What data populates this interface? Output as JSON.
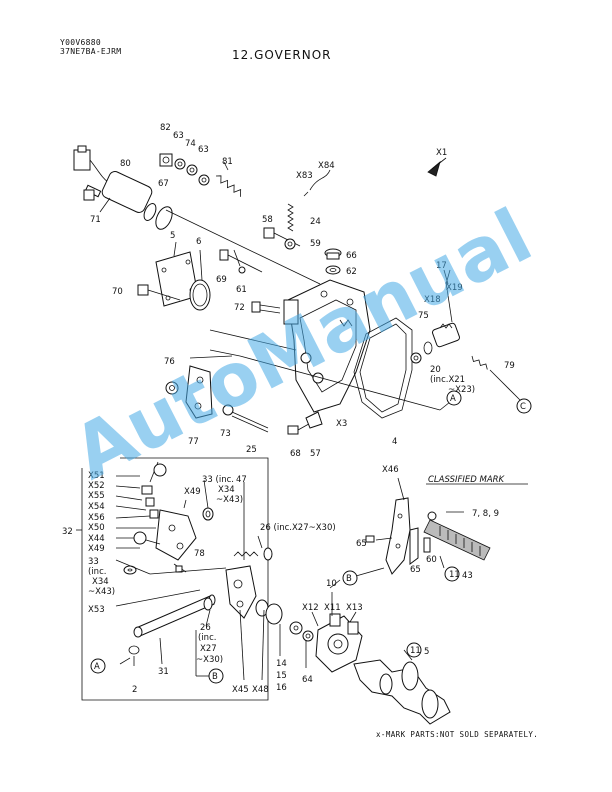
{
  "header": {
    "doc_code": "Y00V6880",
    "model_code": "37NE7BA-EJRM"
  },
  "title": "12.GOVERNOR",
  "watermark": "AutoManual",
  "footnote": "x-MARK PARTS:NOT SOLD SEPARATELY.",
  "classified_mark": "CLASSIFIED MARK",
  "arrow_label": "X1",
  "callouts": {
    "c82": "82",
    "c63a": "63",
    "c74": "74",
    "c63b": "63",
    "c81": "81",
    "c84": "X84",
    "c83": "X83",
    "c80": "80",
    "c67": "67",
    "c71": "71",
    "c24": "24",
    "c58": "58",
    "c59": "59",
    "c66": "66",
    "c62": "62",
    "c5": "5",
    "c6": "6",
    "c69": "69",
    "c61": "61",
    "c70": "70",
    "c72": "72",
    "c17": "17",
    "c18": "X18",
    "c19": "X19",
    "c75": "75",
    "c20": "20",
    "c21": "(inc.X21",
    "c23": "~X23)",
    "c79": "79",
    "c76": "76",
    "c77": "77",
    "c73": "73",
    "c25": "25",
    "c3": "X3",
    "c4": "4",
    "c68": "68",
    "c57": "57",
    "c51": "X51",
    "c52": "X52",
    "c55": "X55",
    "c54": "X54",
    "c56": "X56",
    "c50": "X50",
    "c44": "X44",
    "c49a": "X49",
    "c33a": "33",
    "c33inc": "(inc.",
    "c34a": "X34",
    "c43a": "~X43)",
    "c53": "X53",
    "c32": "32",
    "c49b": "X49",
    "c33b": "33 (inc.",
    "c34b": "X34",
    "c43b": "~X43)",
    "c47": "47",
    "c26a": "26 (inc.X27~X30)",
    "c78": "78",
    "c26b": "26",
    "c26inc": "(inc.",
    "c27": "X27",
    "c30": "~X30)",
    "c2": "2",
    "c31": "31",
    "c45": "X45",
    "c48": "X48",
    "c14": "14",
    "c15": "15",
    "c16": "16",
    "c64": "64",
    "c10": "10",
    "c12": "X12",
    "c11": "X11",
    "c13": "X13",
    "c46": "X46",
    "c65a": "65",
    "c65b": "65",
    "c60": "60",
    "c789": "7, 8, 9",
    "c1143": "11",
    "c43": "43",
    "c115": "11",
    "c5b": "5"
  },
  "circle_refs": {
    "A": "A",
    "B": "B",
    "C": "C"
  }
}
